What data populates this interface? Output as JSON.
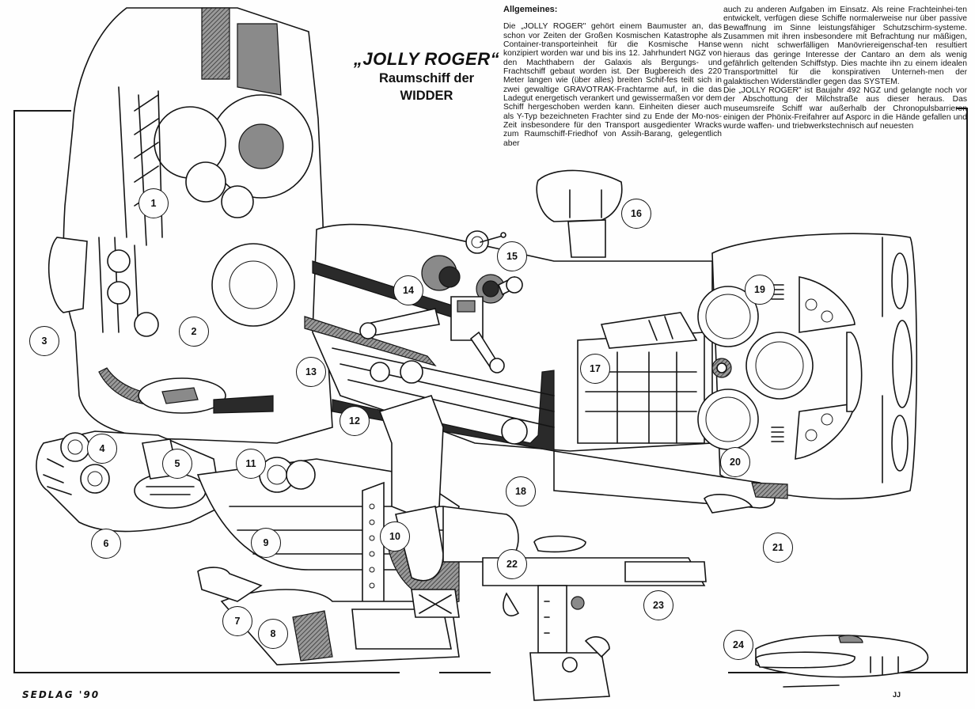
{
  "title": {
    "main": "„JOLLY ROGER“",
    "subtitle": "Raumschiff der WIDDER"
  },
  "article": {
    "heading": "Allgemeines:",
    "column1": "Die „JOLLY ROGER\" gehört einem Baumuster an, das schon vor Zeiten der Großen Kosmischen Katastrophe als Container-transporteinheit für die Kosmische Hanse konzipiert worden war und bis ins 12. Jahrhundert NGZ von den Machthabern der Galaxis als Bergungs- und Frachtschiff gebaut worden ist. Der Bugbereich des 220 Meter langen wie (über alles) breiten Schif-fes teilt sich in zwei gewaltige GRAVOTRAK-Frachtarme auf, in die das Ladegut energetisch verankert und gewissermaßen vor dem Schiff hergeschoben werden kann. Einheiten dieser auch als Y-Typ bezeichneten Frachter sind zu Ende der Mo-nos-Zeit insbesondere für den Transport ausgedienter Wracks zum Raumschiff-Friedhof von Assih-Barang, gelegentlich aber",
    "column2": "auch zu anderen Aufgaben im Einsatz. Als reine Frachteinhei-ten entwickelt, verfügen diese Schiffe normalerweise nur über passive Bewaffnung im Sinne leistungsfähiger Schutzschirm-systeme. Zusammen mit ihren insbesondere mit Befrachtung nur mäßigen, wenn nicht schwerfälligen Manövriereigenschaf-ten resultiert hieraus das geringe Interesse der Cantaro an dem als wenig gefährlich geltenden Schiffstyp. Dies machte ihn zu einem idealen Transportmittel für die konspirativen Unterneh-men der galaktischen Widerständler gegen das SYSTEM.",
    "column2b": "Die „JOLLY ROGER\" ist Baujahr 492 NGZ und gelangte noch vor der Abschottung der Milchstraße aus dieser heraus. Das museumsreife Schiff war außerhalb der Chronopulsbarrieren einigen der Phönix-Freifahrer auf Asporc in die Hände gefallen und wurde waffen- und triebwerkstechnisch auf neuesten"
  },
  "callouts": [
    "1",
    "2",
    "3",
    "4",
    "5",
    "6",
    "7",
    "8",
    "9",
    "10",
    "11",
    "12",
    "13",
    "14",
    "15",
    "16",
    "17",
    "18",
    "19",
    "20",
    "21",
    "22",
    "23",
    "24"
  ],
  "signature": "SEDLAG '90",
  "page_mark": "JJ"
}
